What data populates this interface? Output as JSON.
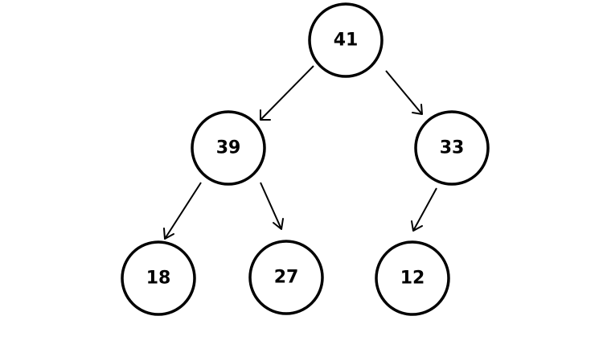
{
  "colors": {
    "background": "#ffffff",
    "stroke": "#000000",
    "text": "#000000"
  },
  "tree": {
    "nodes": [
      {
        "id": "n41",
        "label": "41"
      },
      {
        "id": "n39",
        "label": "39"
      },
      {
        "id": "n33",
        "label": "33"
      },
      {
        "id": "n18",
        "label": "18"
      },
      {
        "id": "n27",
        "label": "27"
      },
      {
        "id": "n12",
        "label": "12"
      }
    ],
    "edges": [
      {
        "from": "n41",
        "to": "n39"
      },
      {
        "from": "n41",
        "to": "n33"
      },
      {
        "from": "n39",
        "to": "n18"
      },
      {
        "from": "n39",
        "to": "n27"
      },
      {
        "from": "n33",
        "to": "n12"
      }
    ]
  }
}
